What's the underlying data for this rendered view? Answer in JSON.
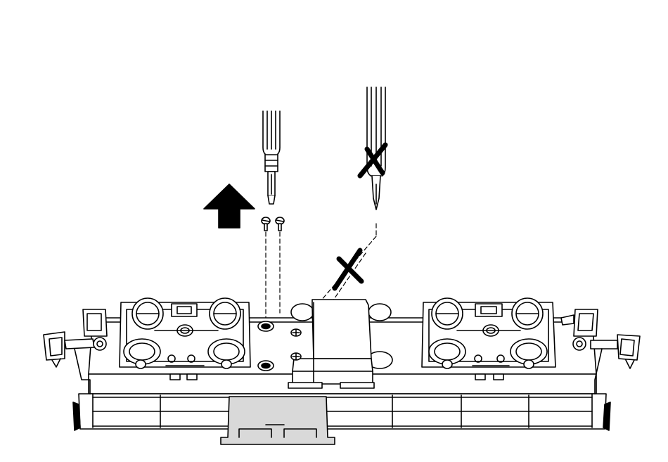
{
  "figure": {
    "description_kind": "assembly-instruction-illustration",
    "steps": [
      {
        "action": "remove-screws",
        "tool": "slotted-screwdriver",
        "screw_count": 2,
        "marker": "up-arrow"
      },
      {
        "action": "do-not-remove",
        "tool": "phillips-screwdriver",
        "screw_count": 2,
        "marker": "cross-out"
      }
    ],
    "colors": {
      "ink": "#000000",
      "paper": "#ffffff",
      "shade": "#d9d9d9"
    }
  }
}
